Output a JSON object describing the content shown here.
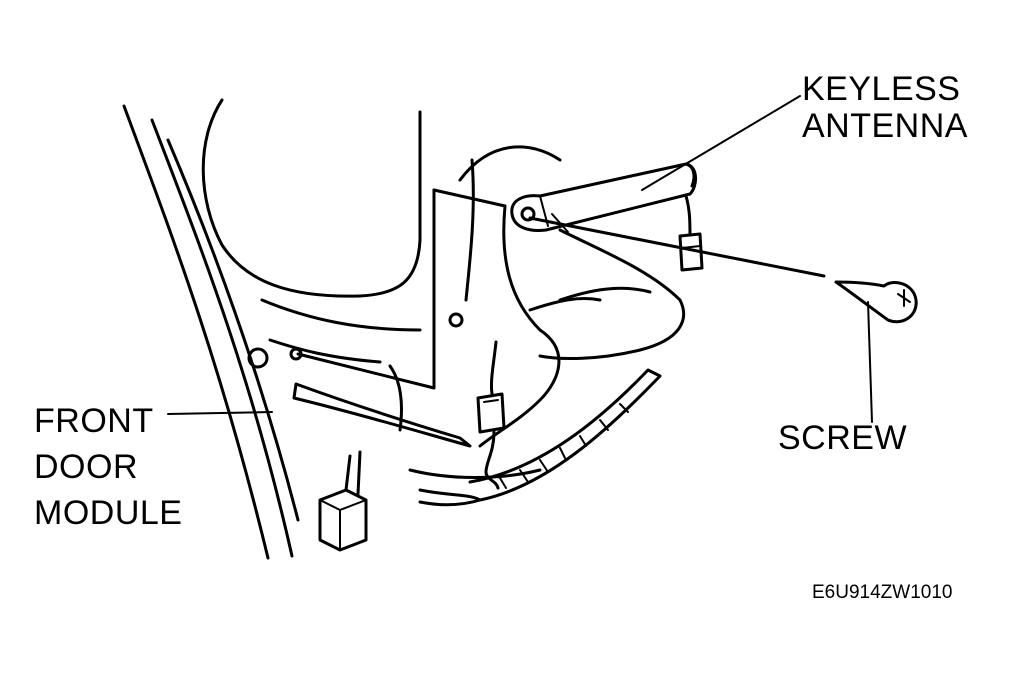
{
  "labels": {
    "keyless_antenna": [
      "KEYLESS",
      "ANTENNA"
    ],
    "screw": "SCREW",
    "front_door_module": [
      "FRONT",
      "DOOR",
      "MODULE"
    ],
    "figure_code": "E6U914ZW1010"
  },
  "colors": {
    "ink": "#000000",
    "paper": "#ffffff"
  }
}
